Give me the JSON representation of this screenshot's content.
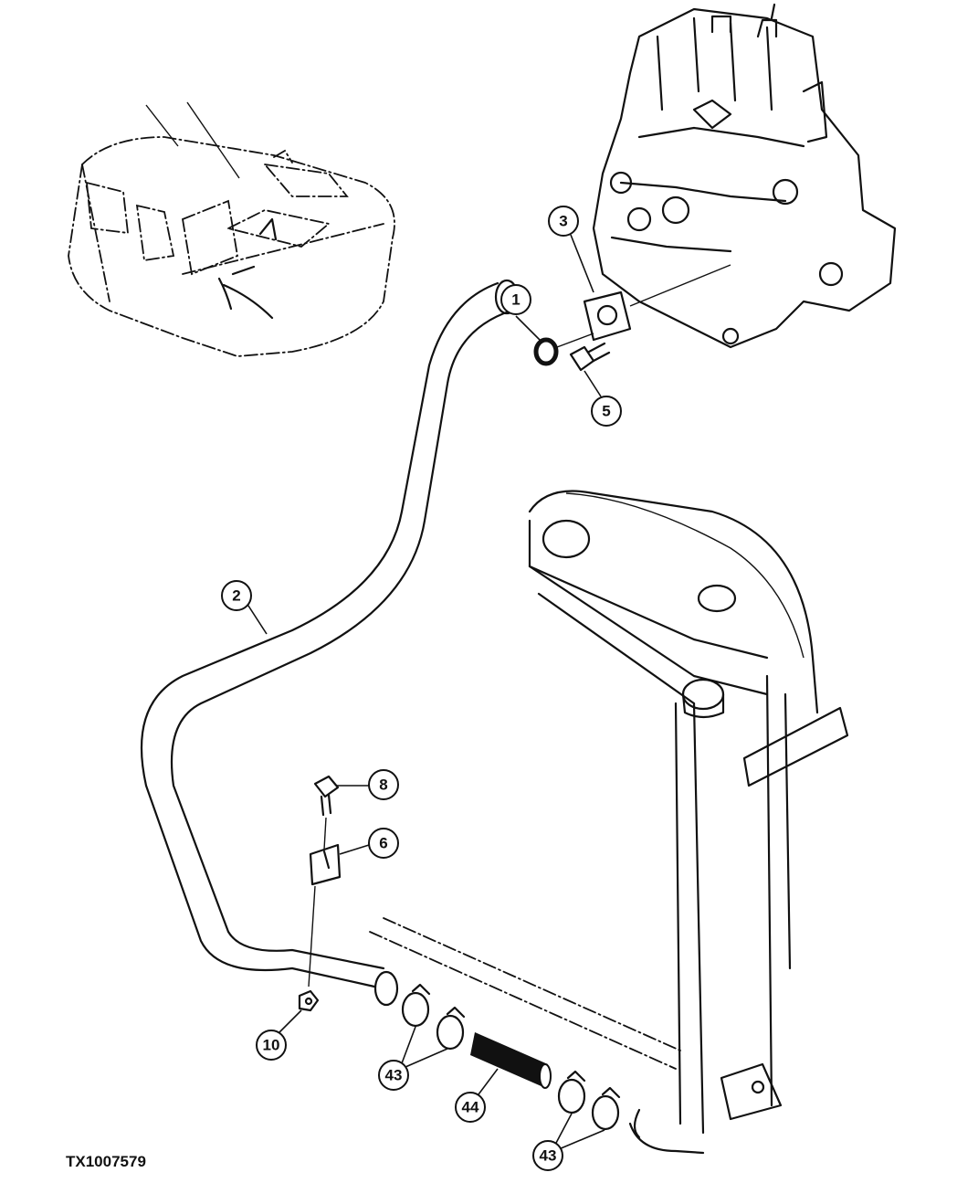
{
  "figure": {
    "id": "TX1007579"
  },
  "callouts": [
    {
      "key": "c1",
      "label": "1"
    },
    {
      "key": "c2",
      "label": "2"
    },
    {
      "key": "c3",
      "label": "3"
    },
    {
      "key": "c5",
      "label": "5"
    },
    {
      "key": "c6",
      "label": "6"
    },
    {
      "key": "c8",
      "label": "8"
    },
    {
      "key": "c10",
      "label": "10"
    },
    {
      "key": "c43a",
      "label": "43"
    },
    {
      "key": "c43b",
      "label": "43"
    },
    {
      "key": "c44",
      "label": "44"
    }
  ],
  "colors": {
    "ink": "#111111",
    "paper": "#ffffff"
  }
}
